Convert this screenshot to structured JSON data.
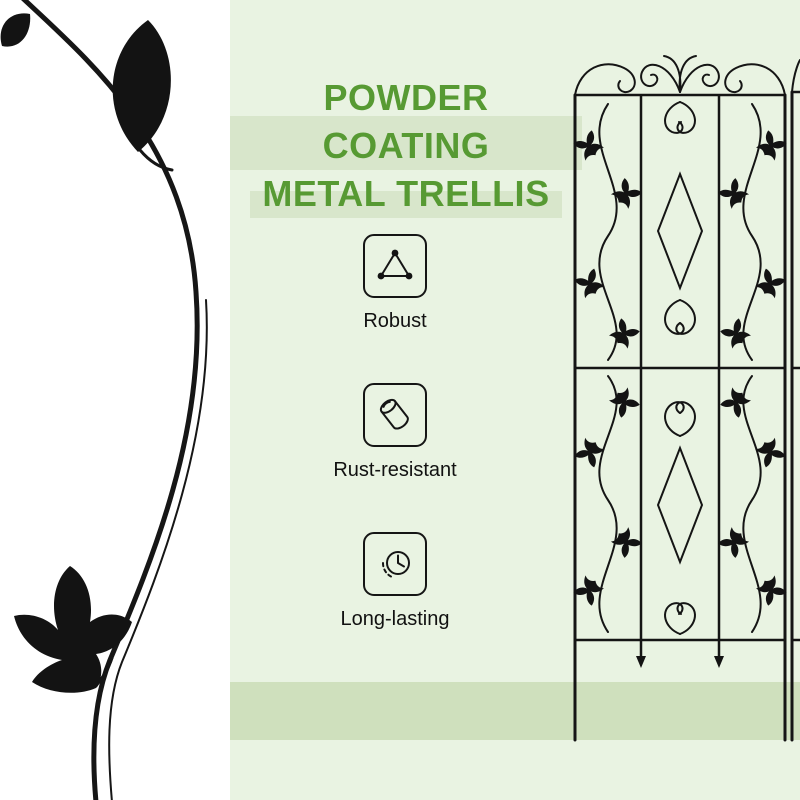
{
  "title": {
    "line1": "POWDER COATING",
    "line2": "METAL TRELLIS"
  },
  "features": [
    {
      "id": "robust",
      "icon": "triangle-stability-icon",
      "label": "Robust"
    },
    {
      "id": "rust-resistant",
      "icon": "metal-cylinder-icon",
      "label": "Rust-resistant"
    },
    {
      "id": "long-lasting",
      "icon": "clock-icon",
      "label": "Long-lasting"
    }
  ],
  "illustrations": {
    "left": "black vine with ivy leaves",
    "right": "decorative powder-coated metal trellis with scrolls and ivy leaves",
    "far_right": "edge of second trellis panel"
  },
  "colors": {
    "panel_left_bg": "#ffffff",
    "panel_right_bg": "#e9f3e2",
    "title_green": "#579a33",
    "highlight_band": "#d8e6cb",
    "ground_band": "#cfe0bd",
    "line_black": "#151515"
  }
}
